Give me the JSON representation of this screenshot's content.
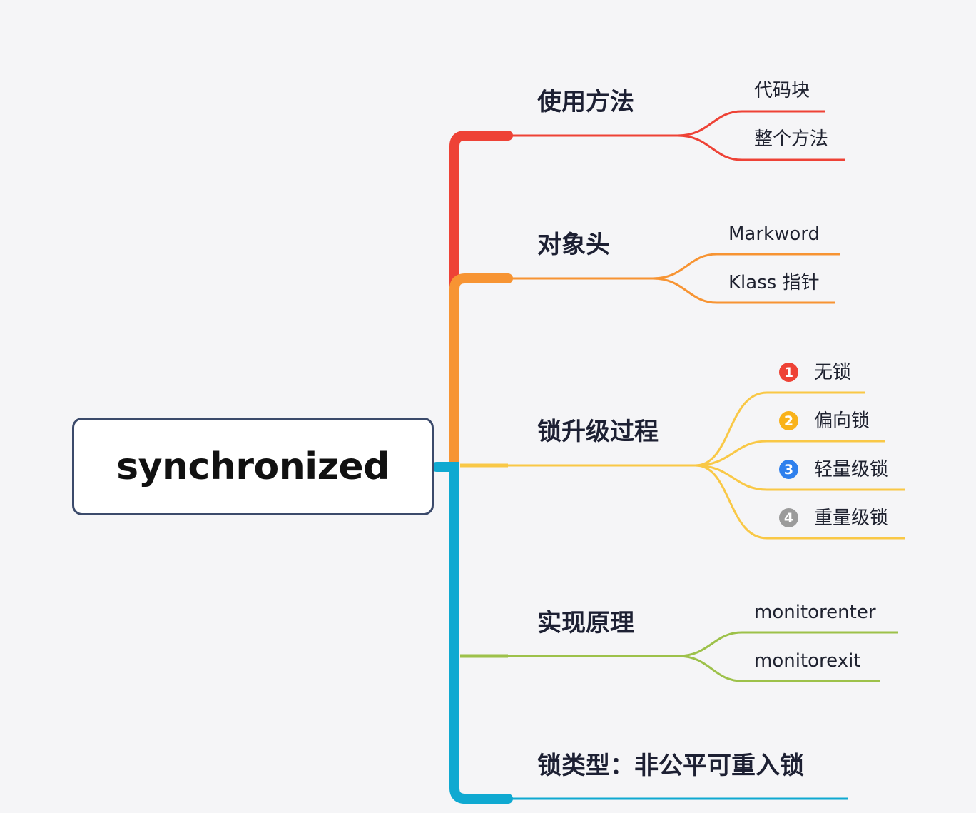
{
  "central_topic": "synchronized",
  "colors": {
    "red": "#ee4236",
    "orange": "#f79433",
    "yellow": "#f9c846",
    "green": "#9dc14a",
    "blue": "#0fa9d1",
    "central_border": "#3b4a6b"
  },
  "branches": [
    {
      "label": "使用方法",
      "leaves": [
        {
          "text": "代码块"
        },
        {
          "text": "整个方法"
        }
      ]
    },
    {
      "label": "对象头",
      "leaves": [
        {
          "text": "Markword"
        },
        {
          "text": "Klass 指针"
        }
      ]
    },
    {
      "label": "锁升级过程",
      "leaves": [
        {
          "marker": "1",
          "marker_color": "#ee4236",
          "text": "无锁"
        },
        {
          "marker": "2",
          "marker_color": "#f9b21a",
          "text": "偏向锁"
        },
        {
          "marker": "3",
          "marker_color": "#2f80ed",
          "text": "轻量级锁"
        },
        {
          "marker": "4",
          "marker_color": "#9b9b9b",
          "text": "重量级锁"
        }
      ]
    },
    {
      "label": "实现原理",
      "leaves": [
        {
          "text": "monitorenter"
        },
        {
          "text": "monitorexit"
        }
      ]
    },
    {
      "label": "锁类型：非公平可重入锁",
      "leaves": []
    }
  ]
}
